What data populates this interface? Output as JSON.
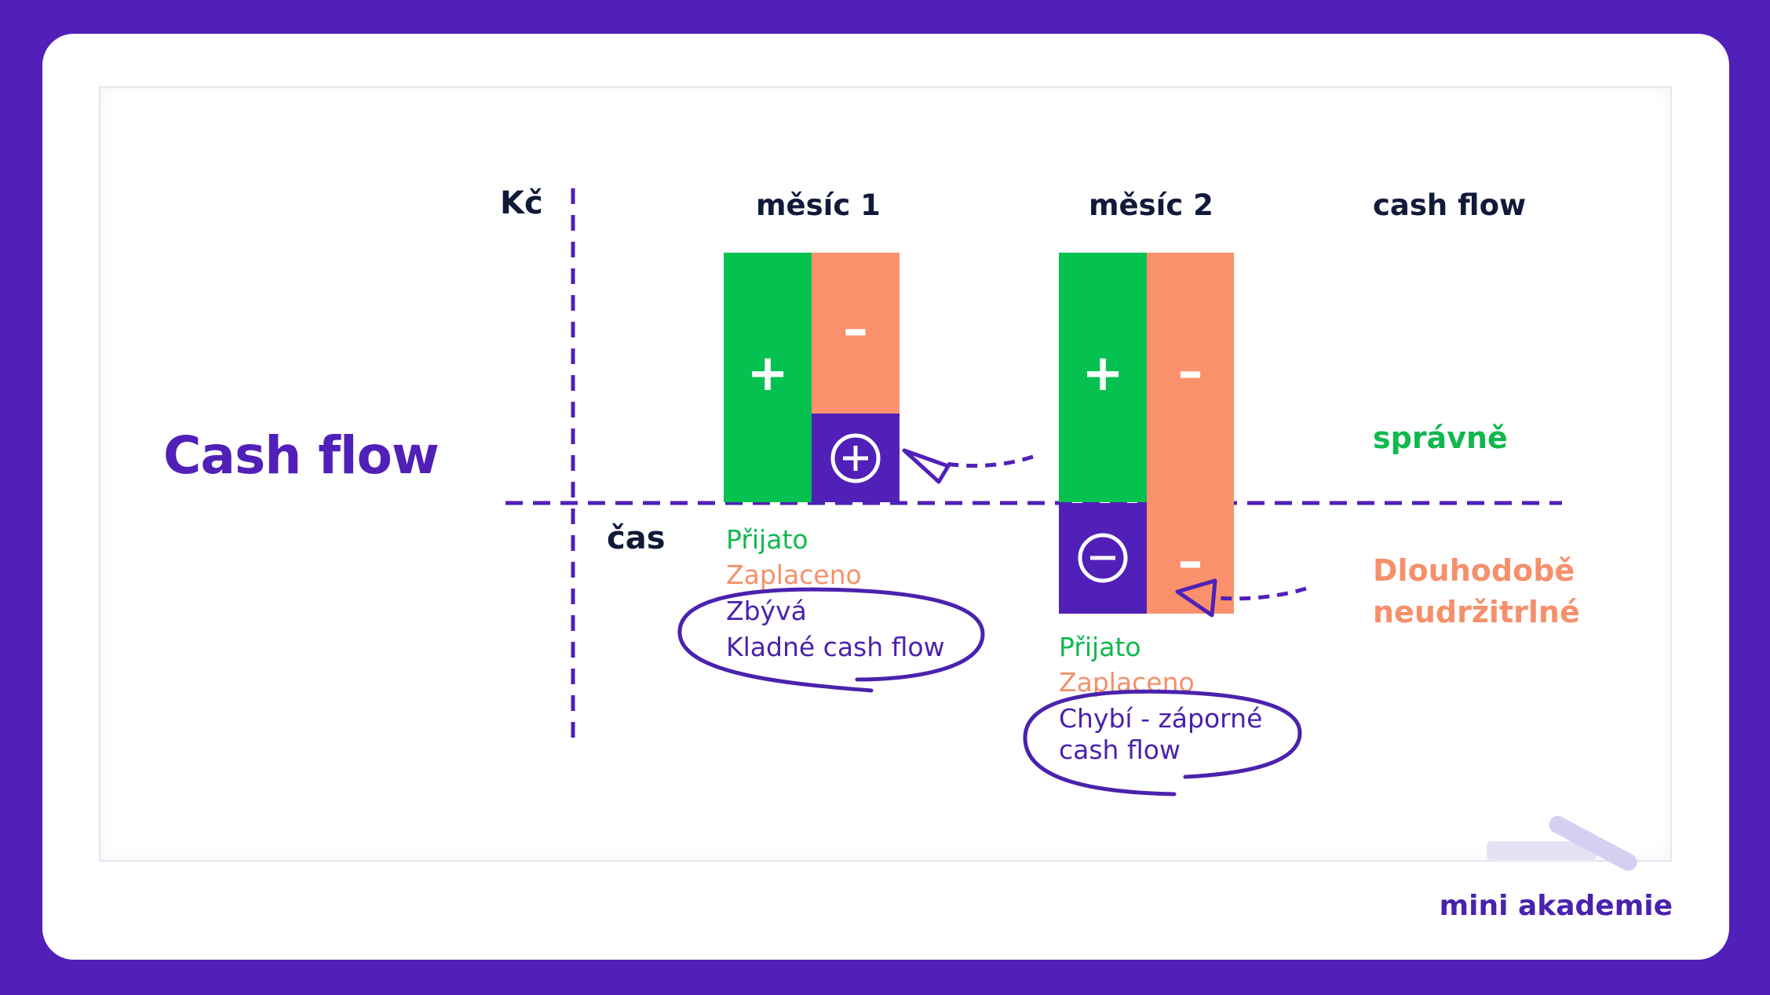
{
  "title": "Cash flow",
  "axes": {
    "y_label": "Kč",
    "x_label": "čas"
  },
  "columns": {
    "month1": "měsíc 1",
    "month2": "měsíc 2",
    "cashflow": "cash flow"
  },
  "month1": {
    "plus_symbol": "+",
    "minus_symbol": "–",
    "result_symbol": "⊕",
    "notes": [
      "Přijato",
      "Zaplaceno",
      "Zbývá",
      "Kladné cash flow"
    ]
  },
  "month2": {
    "plus_symbol": "+",
    "minus_symbol": "–",
    "minus_symbol_below": "–",
    "result_symbol": "⊖",
    "notes": [
      "Přijato",
      "Zaplaceno",
      "Chybí - záporné",
      "cash flow"
    ]
  },
  "verdicts": {
    "positive": "správně",
    "negative_line1": "Dlouhodobě",
    "negative_line2": "neudržitrlné"
  },
  "brand": "mini akademie",
  "colors": {
    "background": "#5020b8",
    "green": "#05c150",
    "salmon": "#fa916c",
    "purple": "#5120b8",
    "dark": "#121a3a"
  }
}
